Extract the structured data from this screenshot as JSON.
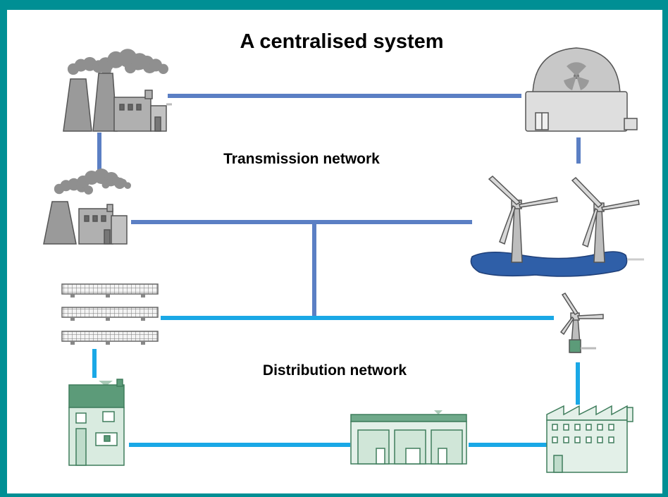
{
  "title": "A centralised system",
  "transmission_label": "Transmission network",
  "distribution_label": "Distribution network",
  "colors": {
    "frame": "#008f94",
    "transmission_line": "#5b7fc4",
    "distribution_line": "#1aa8e6",
    "building_grey": "#8a8a8a",
    "building_green": "#5c9b79",
    "water": "#2f5fa8"
  },
  "icons": [
    "coal-power-station-icon",
    "nuclear-power-station-icon",
    "small-coal-power-station-icon",
    "offshore-wind-farm-icon",
    "solar-panels-icon",
    "small-wind-turbine-icon",
    "house-icon",
    "warehouse-icon",
    "factory-icon"
  ]
}
